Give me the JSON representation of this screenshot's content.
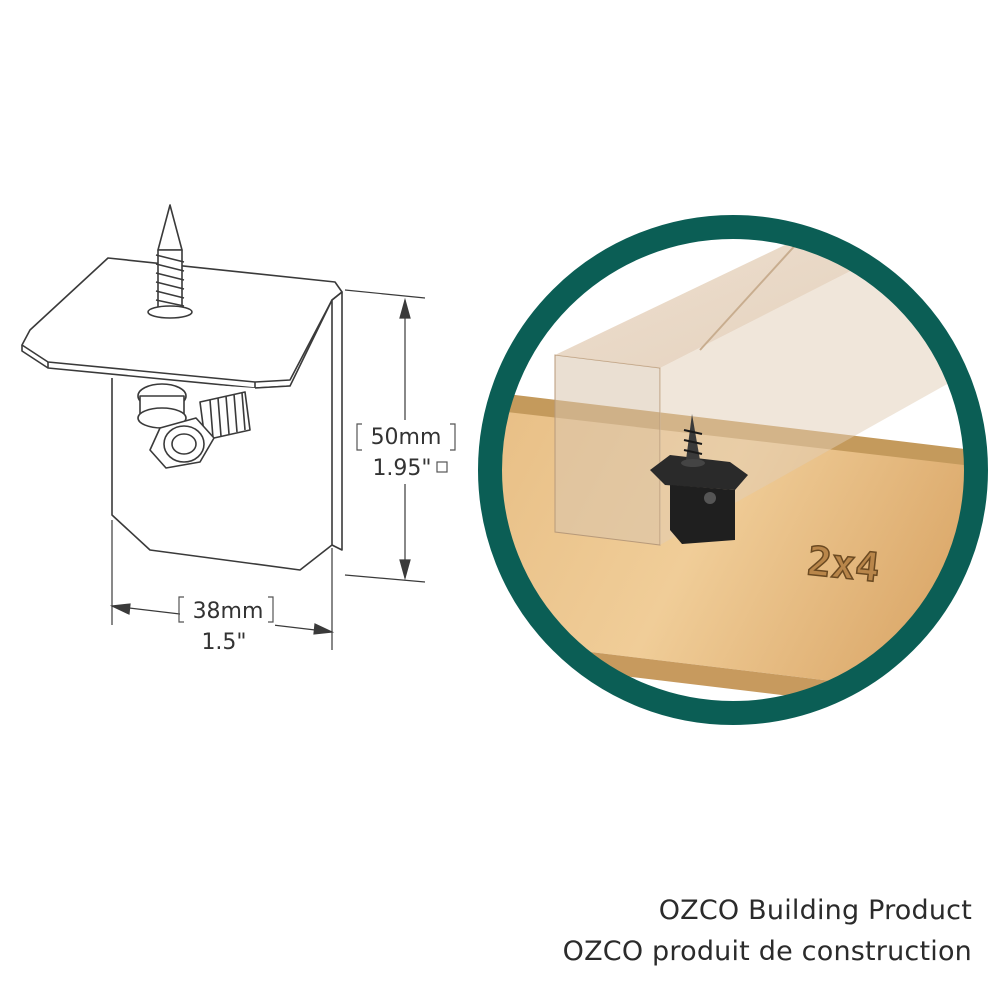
{
  "drawing": {
    "height_metric": "50mm",
    "height_imperial": "1.95\"",
    "width_metric": "38mm",
    "width_imperial": "1.5\""
  },
  "inset": {
    "lumber_label": "2x4",
    "ring_color": "#0b5e55",
    "wood_color": "#e3b57a",
    "bracket_color": "#1f1f1f"
  },
  "caption": {
    "line_en": "OZCO Building Product",
    "line_fr": "OZCO produit de construction"
  }
}
